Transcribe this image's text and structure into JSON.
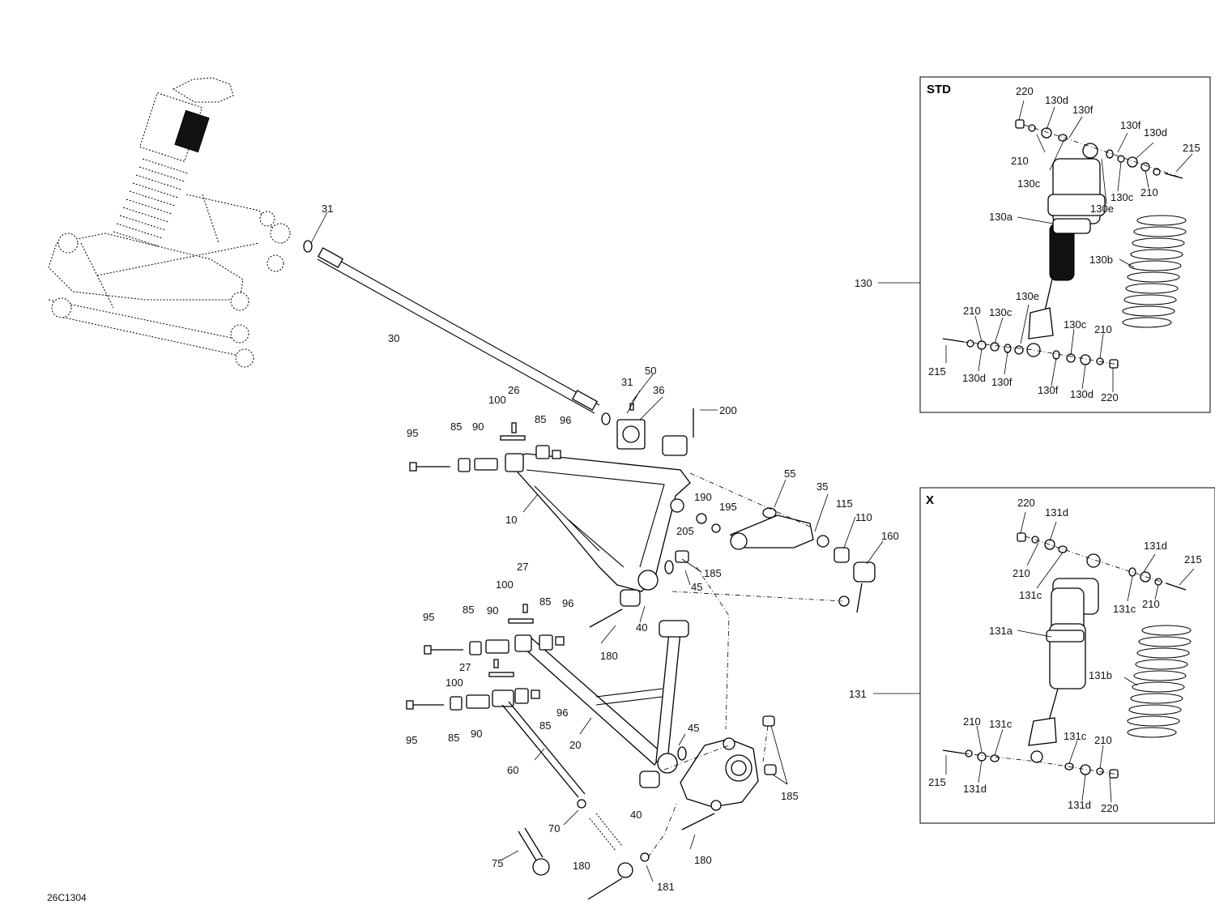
{
  "drawing_id": "26C1304",
  "insets": {
    "std": {
      "title": "STD",
      "ref": "130"
    },
    "x": {
      "title": "X",
      "ref": "131"
    }
  },
  "labels": {
    "l31a": "31",
    "l30": "30",
    "l31b": "31",
    "l50": "50",
    "l36": "36",
    "l200": "200",
    "l100a": "100",
    "l26": "26",
    "l85a": "85",
    "l96a": "96",
    "l95a": "95",
    "l85b": "85",
    "l90a": "90",
    "l10": "10",
    "l55": "55",
    "l35": "35",
    "l190": "190",
    "l195": "195",
    "l205": "205",
    "l115": "115",
    "l110": "110",
    "l160": "160",
    "l185a": "185",
    "l45a": "45",
    "l27a": "27",
    "l100b": "100",
    "l85c": "85",
    "l96b": "96",
    "l95b": "95",
    "l85d": "85",
    "l90b": "90",
    "l40a": "40",
    "l180a": "180",
    "l27b": "27",
    "l100c": "100",
    "l96c": "96",
    "l85e": "85",
    "l95c": "95",
    "l85f": "85",
    "l90c": "90",
    "l20": "20",
    "l45b": "45",
    "l60": "60",
    "l185b": "185",
    "l40b": "40",
    "l70": "70",
    "l180b": "180",
    "l75": "75",
    "l180c": "180",
    "l181": "181",
    "s220a": "220",
    "s130d1": "130d",
    "s130f1": "130f",
    "s210a": "210",
    "s130c1": "130c",
    "s130f2": "130f",
    "s130d2": "130d",
    "s215a": "215",
    "s130c2": "130c",
    "s210b": "210",
    "s130e1": "130e",
    "s130a": "130a",
    "s130b": "130b",
    "s130e2": "130e",
    "s210c": "210",
    "s130c3": "130c",
    "s130c4": "130c",
    "s210d": "210",
    "s215b": "215",
    "s130d3": "130d",
    "s130f3": "130f",
    "s130f4": "130f",
    "s130d4": "130d",
    "s220b": "220",
    "x220a": "220",
    "x131d1": "131d",
    "x210a": "210",
    "x131c1": "131c",
    "x131d2": "131d",
    "x215a": "215",
    "x131c2": "131c",
    "x210b": "210",
    "x131a": "131a",
    "x131b": "131b",
    "x210c": "210",
    "x131c3": "131c",
    "x131c4": "131c",
    "x210d": "210",
    "x215b": "215",
    "x131d3": "131d",
    "x131d4": "131d",
    "x220b": "220"
  }
}
